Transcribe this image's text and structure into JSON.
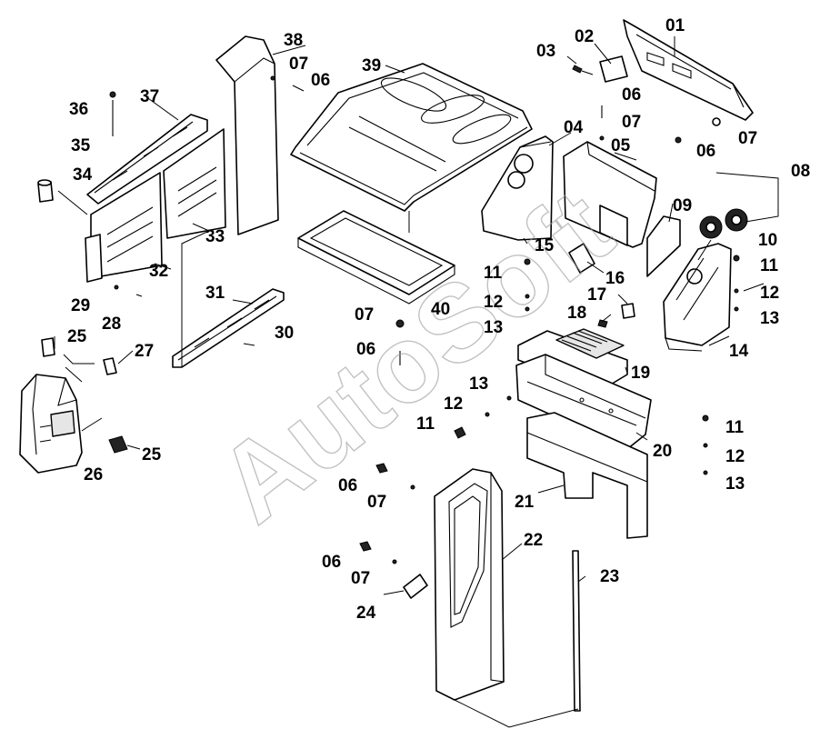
{
  "watermark": "AutoSoft",
  "callouts": [
    {
      "id": "c-01",
      "label": "01"
    },
    {
      "id": "c-02",
      "label": "02"
    },
    {
      "id": "c-03",
      "label": "03"
    },
    {
      "id": "c-04",
      "label": "04"
    },
    {
      "id": "c-05",
      "label": "05"
    },
    {
      "id": "c-06a",
      "label": "06"
    },
    {
      "id": "c-06b",
      "label": "06"
    },
    {
      "id": "c-06c",
      "label": "06"
    },
    {
      "id": "c-06d",
      "label": "06"
    },
    {
      "id": "c-06e",
      "label": "06"
    },
    {
      "id": "c-06f",
      "label": "06"
    },
    {
      "id": "c-07a",
      "label": "07"
    },
    {
      "id": "c-07b",
      "label": "07"
    },
    {
      "id": "c-07c",
      "label": "07"
    },
    {
      "id": "c-07d",
      "label": "07"
    },
    {
      "id": "c-07e",
      "label": "07"
    },
    {
      "id": "c-07f",
      "label": "07"
    },
    {
      "id": "c-08",
      "label": "08"
    },
    {
      "id": "c-09",
      "label": "09"
    },
    {
      "id": "c-10",
      "label": "10"
    },
    {
      "id": "c-11a",
      "label": "11"
    },
    {
      "id": "c-11b",
      "label": "11"
    },
    {
      "id": "c-11c",
      "label": "11"
    },
    {
      "id": "c-11d",
      "label": "11"
    },
    {
      "id": "c-12a",
      "label": "12"
    },
    {
      "id": "c-12b",
      "label": "12"
    },
    {
      "id": "c-12c",
      "label": "12"
    },
    {
      "id": "c-12d",
      "label": "12"
    },
    {
      "id": "c-13a",
      "label": "13"
    },
    {
      "id": "c-13b",
      "label": "13"
    },
    {
      "id": "c-13c",
      "label": "13"
    },
    {
      "id": "c-13d",
      "label": "13"
    },
    {
      "id": "c-14",
      "label": "14"
    },
    {
      "id": "c-15",
      "label": "15"
    },
    {
      "id": "c-16",
      "label": "16"
    },
    {
      "id": "c-17",
      "label": "17"
    },
    {
      "id": "c-18",
      "label": "18"
    },
    {
      "id": "c-19",
      "label": "19"
    },
    {
      "id": "c-20",
      "label": "20"
    },
    {
      "id": "c-21",
      "label": "21"
    },
    {
      "id": "c-22",
      "label": "22"
    },
    {
      "id": "c-23",
      "label": "23"
    },
    {
      "id": "c-24",
      "label": "24"
    },
    {
      "id": "c-25a",
      "label": "25"
    },
    {
      "id": "c-25b",
      "label": "25"
    },
    {
      "id": "c-26",
      "label": "26"
    },
    {
      "id": "c-27",
      "label": "27"
    },
    {
      "id": "c-28",
      "label": "28"
    },
    {
      "id": "c-29",
      "label": "29"
    },
    {
      "id": "c-30",
      "label": "30"
    },
    {
      "id": "c-31",
      "label": "31"
    },
    {
      "id": "c-32",
      "label": "32"
    },
    {
      "id": "c-33",
      "label": "33"
    },
    {
      "id": "c-34",
      "label": "34"
    },
    {
      "id": "c-35",
      "label": "35"
    },
    {
      "id": "c-36",
      "label": "36"
    },
    {
      "id": "c-37",
      "label": "37"
    },
    {
      "id": "c-38",
      "label": "38"
    },
    {
      "id": "c-39",
      "label": "39"
    },
    {
      "id": "c-40",
      "label": "40"
    }
  ]
}
